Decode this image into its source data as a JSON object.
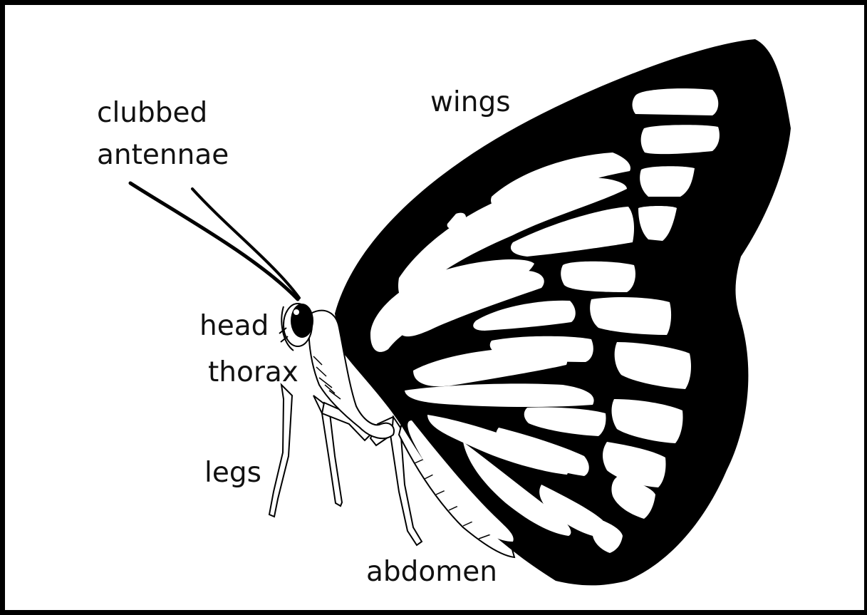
{
  "diagram": {
    "labels": {
      "clubbed": "clubbed",
      "antennae": "antennae",
      "wings": "wings",
      "head": "head",
      "thorax": "thorax",
      "legs": "legs",
      "abdomen": "abdomen"
    },
    "colors": {
      "ink": "#000000",
      "paper": "#ffffff"
    }
  }
}
